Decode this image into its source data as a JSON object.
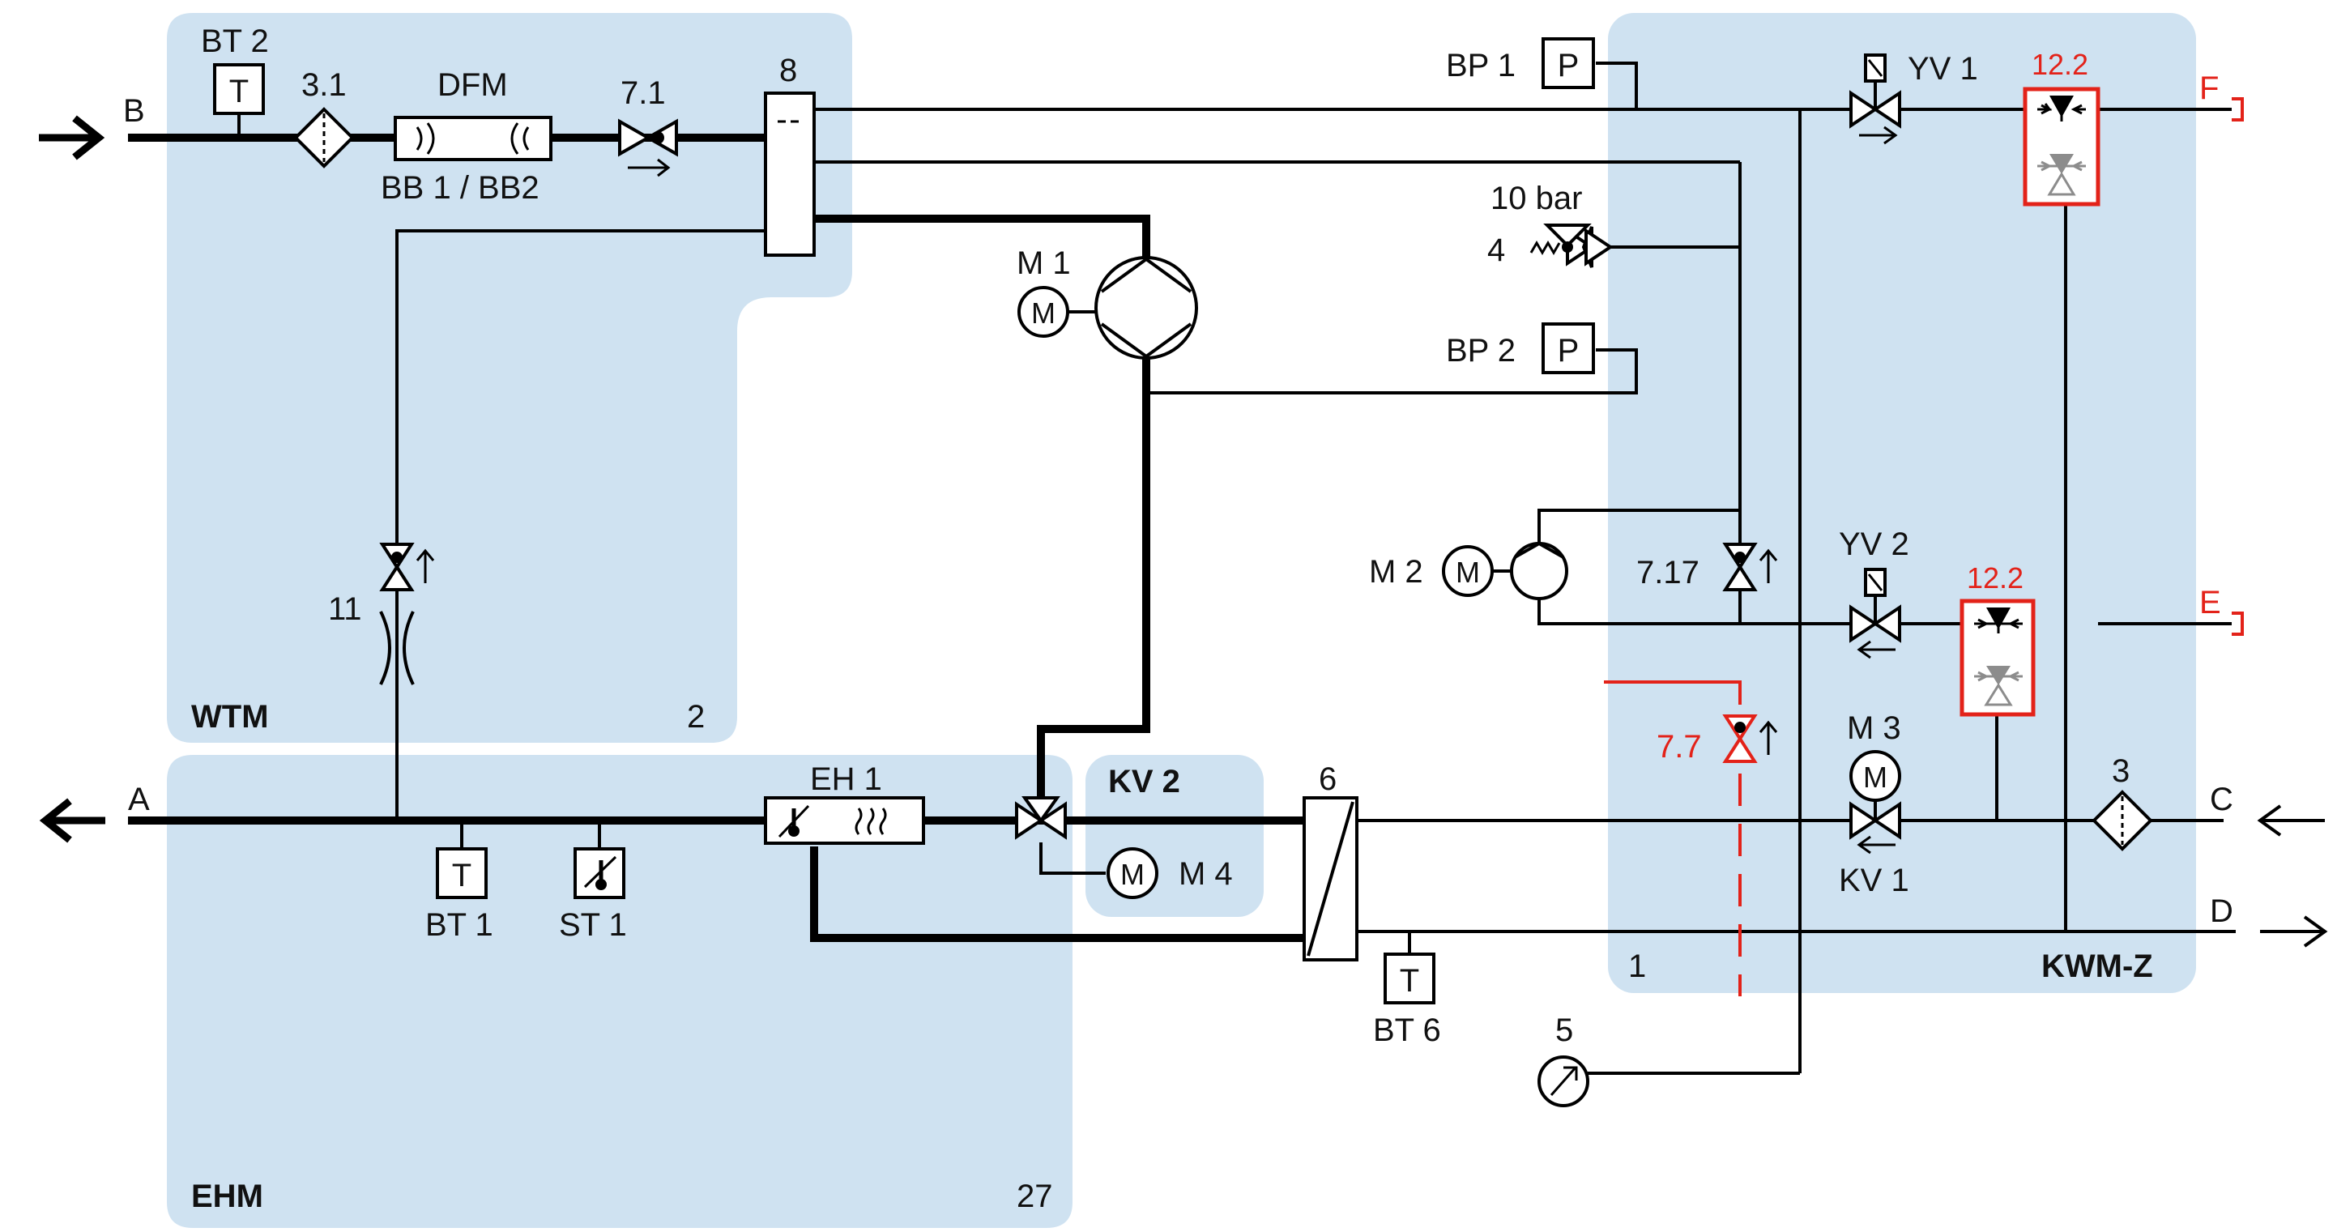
{
  "colors": {
    "zone_fill": "#cfe2f1",
    "line": "#000000",
    "highlight": "#e32219",
    "gray_symbol": "#8c8c8c"
  },
  "zones": {
    "wtm": {
      "name": "WTM",
      "number": "2"
    },
    "ehm": {
      "name": "EHM",
      "number": "27"
    },
    "kv2": {
      "name": "KV 2"
    },
    "kwmz": {
      "name": "KWM-Z",
      "number": "1"
    }
  },
  "ports": {
    "A": "A",
    "B": "B",
    "C": "C",
    "D": "D",
    "E": "E",
    "F": "F"
  },
  "components": {
    "bt2": "BT 2",
    "sensor_t": "T",
    "filter_b": "3.1",
    "dfm": "DFM",
    "bb": "BB 1 / BB2",
    "valve_71": "7.1",
    "exchanger_8": "8",
    "m1": "M 1",
    "motor_m": "M",
    "valve_11": "11",
    "bt1": "BT 1",
    "st1": "ST 1",
    "eh1": "EH 1",
    "m4": "M 4",
    "hx_6": "6",
    "bt6": "BT 6",
    "gauge_5": "5",
    "bp1": "BP 1",
    "bp2": "BP 2",
    "pressure_p": "P",
    "relief_bar": "10 bar",
    "relief_4": "4",
    "m2": "M 2",
    "valve_717": "7.17",
    "valve_77": "7.7",
    "yv1": "YV 1",
    "yv2": "YV 2",
    "check_122_top": "12.2",
    "check_122_mid": "12.2",
    "m3": "M 3",
    "kv1": "KV 1",
    "filter_c": "3"
  }
}
